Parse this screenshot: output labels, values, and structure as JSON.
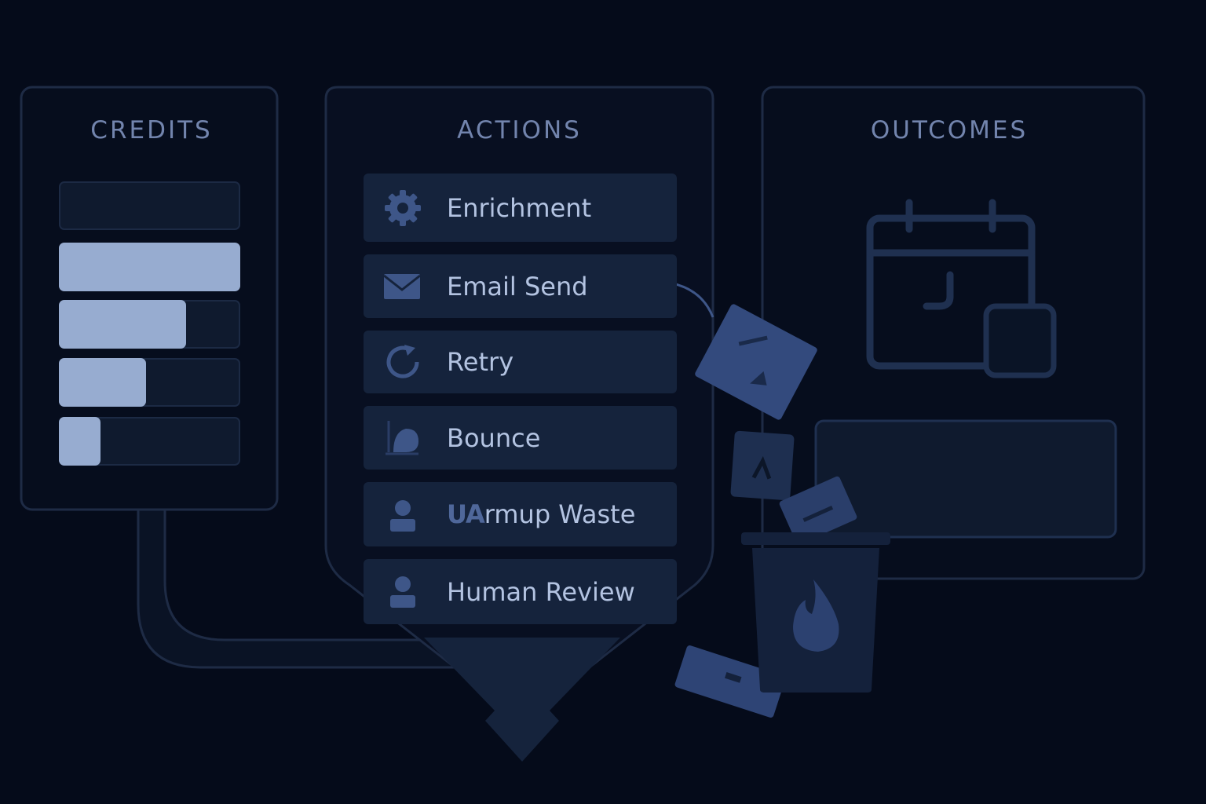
{
  "panels": {
    "credits": {
      "title": "CREDITS"
    },
    "actions": {
      "title": "ACTIONS"
    },
    "outcomes": {
      "title": "OUTCOMES"
    }
  },
  "credit_bars": [
    {
      "name": "credit-bar-1",
      "fill": 0.0
    },
    {
      "name": "credit-bar-2",
      "fill": 1.0
    },
    {
      "name": "credit-bar-3",
      "fill": 0.7
    },
    {
      "name": "credit-bar-4",
      "fill": 0.48
    },
    {
      "name": "credit-bar-5",
      "fill": 0.23
    }
  ],
  "actions": [
    {
      "label": "Enrichment",
      "icon": "gear-icon"
    },
    {
      "label": "Email Send",
      "icon": "envelope-icon"
    },
    {
      "label": "Retry",
      "icon": "retry-icon"
    },
    {
      "label": "Bounce",
      "icon": "bounce-icon"
    },
    {
      "label_prefix": "UA",
      "label": "rmup Waste",
      "icon": "user-icon"
    },
    {
      "label": "Human Review",
      "icon": "user-icon"
    }
  ],
  "colors": {
    "background": "#050b1a",
    "panel_border": "#1e2b45",
    "row_fill": "#15233c",
    "bar_fill": "#97acd0",
    "icon_blue": "#3e5688",
    "text": "#b3c3e1",
    "title": "#7284ad"
  }
}
